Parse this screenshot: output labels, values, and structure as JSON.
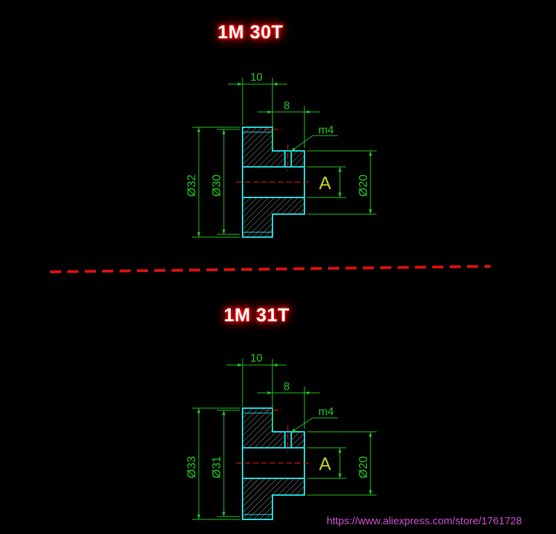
{
  "drawings": [
    {
      "title": "1M 30T",
      "dim_width": "10",
      "dim_hub": "8",
      "dim_thread": "m4",
      "dim_outer": "Ø32",
      "dim_pitch": "Ø30",
      "dim_hub_dia": "Ø20",
      "bore_label": "A"
    },
    {
      "title": "1M 31T",
      "dim_width": "10",
      "dim_hub": "8",
      "dim_thread": "m4",
      "dim_outer": "Ø33",
      "dim_pitch": "Ø31",
      "dim_hub_dia": "Ø20",
      "bore_label": "A"
    }
  ],
  "footer_url": "https://www.aliexpress.com/store/1761728",
  "colors": {
    "outline": "#20e0e0",
    "dimension": "#22cc22",
    "center_line": "#ff2020",
    "divider": "#e01010",
    "label_A": "#c8d21e",
    "url": "#d250d2"
  }
}
